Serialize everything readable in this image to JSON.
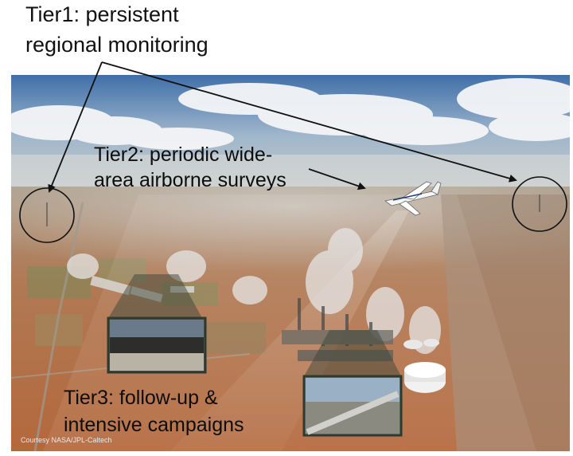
{
  "tier1": {
    "line1": "Tier1: persistent",
    "line2": "regional monitoring"
  },
  "tier2": {
    "line1": "Tier2: periodic wide-",
    "line2": "area airborne surveys"
  },
  "tier3": {
    "line1": "Tier3:  follow-up &",
    "line2": "intensive campaigns"
  },
  "credit": "Courtesy NASA/JPL-Caltech",
  "colors": {
    "text": "#111111",
    "sky": "#5b7fa8",
    "ground": "#b8794c",
    "frame": "#3a4a3a"
  },
  "icons": [
    "airplane-icon",
    "monitor-tower-icon",
    "storage-tank-icon"
  ]
}
